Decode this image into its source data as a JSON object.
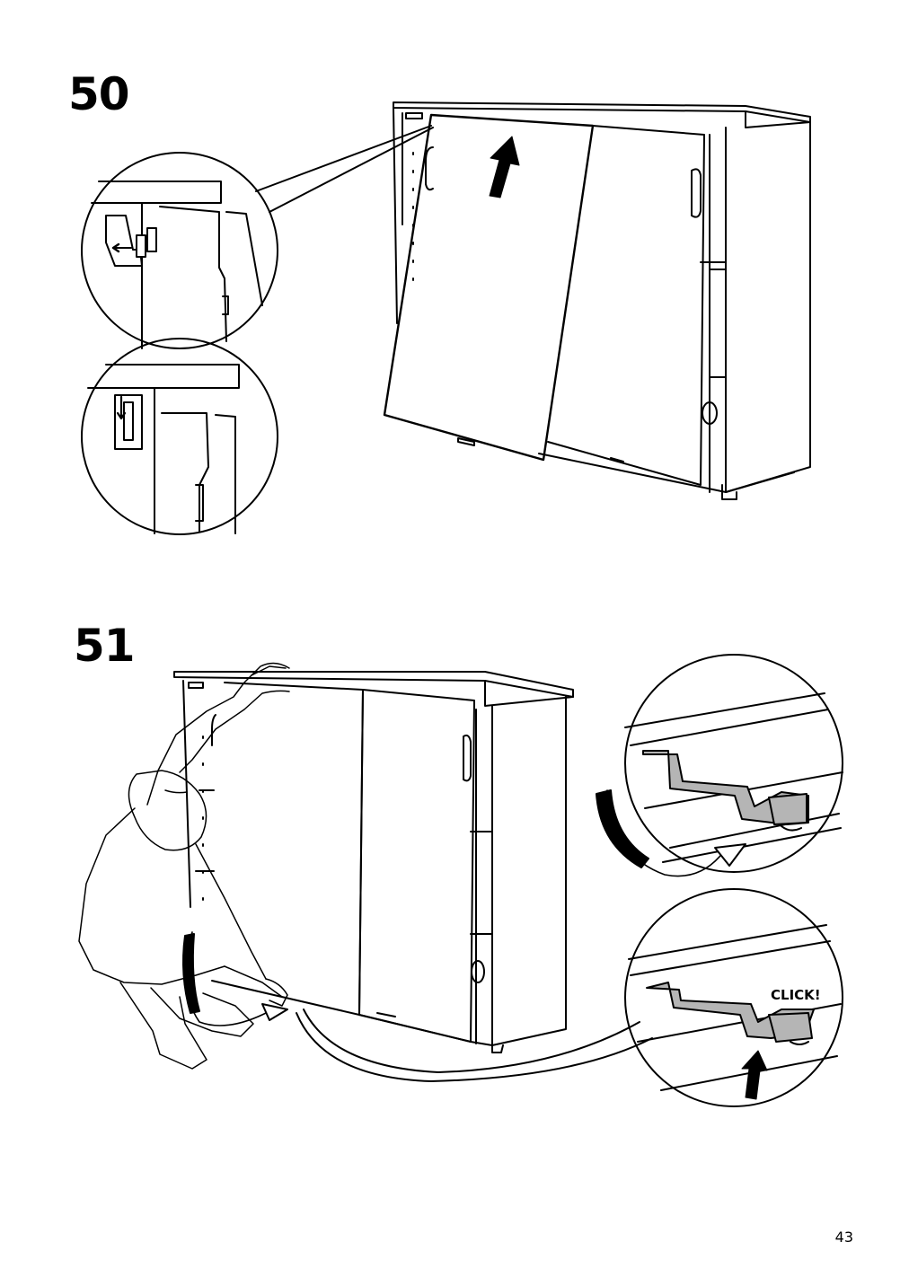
{
  "steps": [
    {
      "number": "50"
    },
    {
      "number": "51"
    }
  ],
  "callout": {
    "click_text": "CLICK!"
  },
  "page": {
    "number": "43"
  },
  "colors": {
    "ink": "#000000",
    "paper": "#ffffff",
    "part_fill": "#b5b5b5"
  }
}
